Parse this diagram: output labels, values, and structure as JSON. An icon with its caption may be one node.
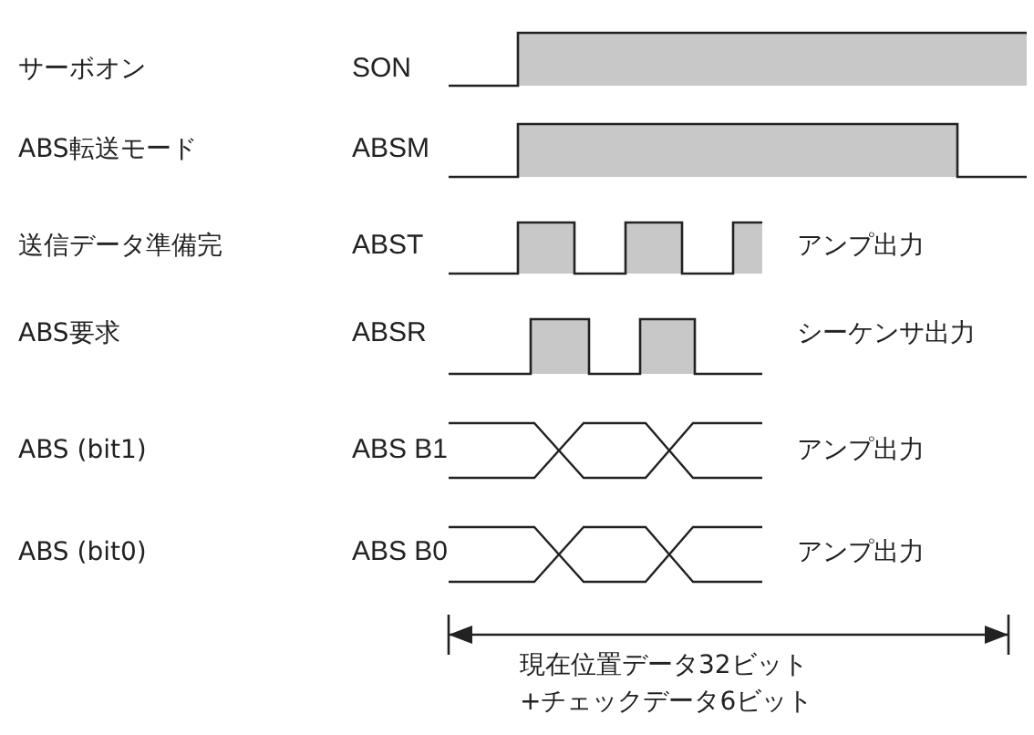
{
  "diagram": {
    "labels": [
      "サーボオン",
      "SON",
      "ABS転送モード",
      "ABSM",
      "送信データ準備完",
      "ABST",
      "アンプ出力",
      "ABS要求",
      "ABSR",
      "シーケンサ出力",
      "ABS (bit1)",
      "ABS B1",
      "アンプ出力",
      "ABS (bit0)",
      "ABS B0",
      "アンプ出力",
      "現在位置データ32ビット +チェックデータ6ビット"
    ]
  }
}
